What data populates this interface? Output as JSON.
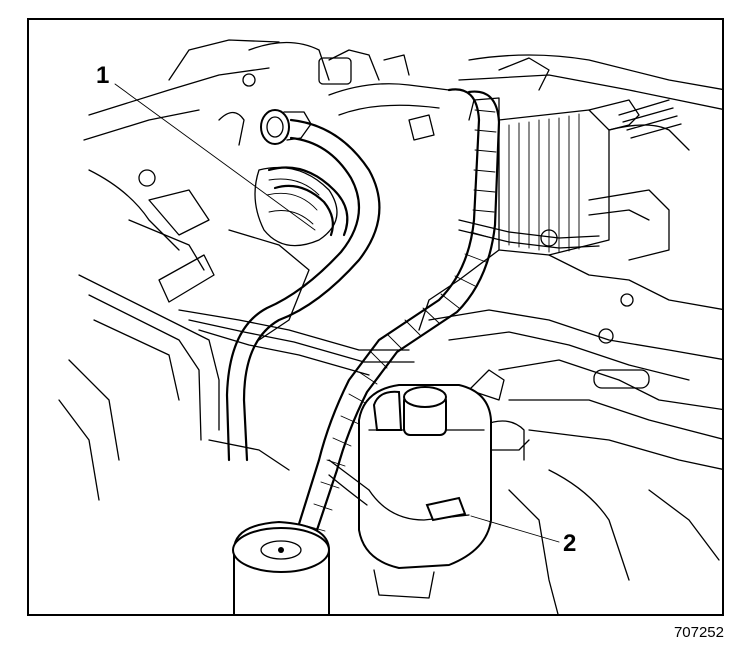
{
  "callouts": [
    {
      "id": "callout-1",
      "label": "1"
    },
    {
      "id": "callout-2",
      "label": "2"
    }
  ],
  "figure_id": "707252",
  "colors": {
    "ink": "#000000",
    "paper": "#ffffff"
  }
}
